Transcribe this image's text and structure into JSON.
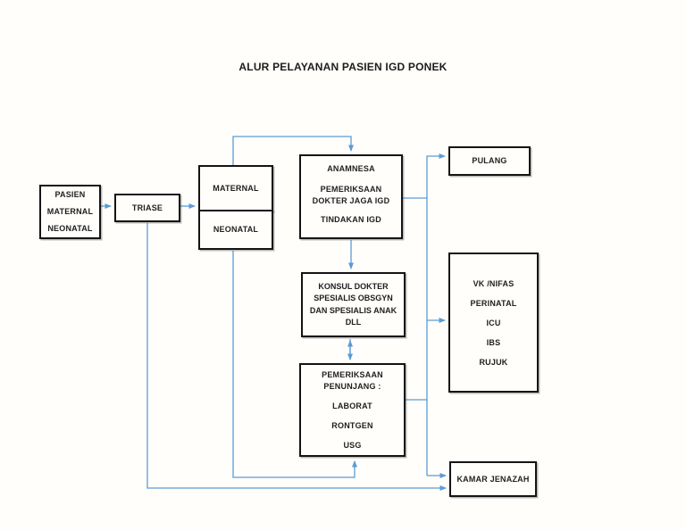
{
  "title": "ALUR PELAYANAN PASIEN IGD PONEK",
  "colors": {
    "connector_blue": "#5B9BD5",
    "box_border": "#141414",
    "background": "#fffefb"
  },
  "boxes": {
    "pasien": {
      "lines": [
        "PASIEN",
        "MATERNAL",
        "NEONATAL"
      ]
    },
    "triase": {
      "label": "TRIASE"
    },
    "maternal": {
      "label": "MATERNAL"
    },
    "neonatal": {
      "label": "NEONATAL"
    },
    "anamnesa": {
      "lines": [
        "ANAMNESA",
        "PEMERIKSAAN",
        "DOKTER JAGA IGD",
        "TINDAKAN IGD"
      ]
    },
    "konsul": {
      "lines": [
        "KONSUL DOKTER",
        "SPESIALIS OBSGYN",
        "DAN SPESIALIS ANAK",
        "DLL"
      ]
    },
    "penunjang": {
      "lines": [
        "PEMERIKSAAN",
        "PENUNJANG :",
        "LABORAT",
        "RONTGEN",
        "USG"
      ]
    },
    "pulang": {
      "label": "PULANG"
    },
    "disposisi": {
      "lines": [
        "VK /NIFAS",
        "PERINATAL",
        "ICU",
        "IBS",
        "RUJUK"
      ]
    },
    "kamar_jenazah": {
      "label": "KAMAR JENAZAH"
    }
  }
}
